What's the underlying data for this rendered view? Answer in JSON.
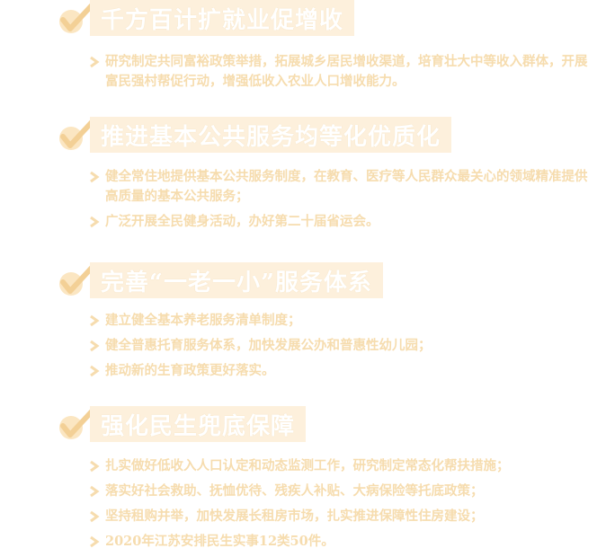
{
  "sections": [
    {
      "heading": "千方百计扩就业促增收",
      "items": [
        "研究制定共同富裕政策举措，拓展城乡居民增收渠道，培育壮大中等收入群体，开展富民强村帮促行动，增强低收入农业人口增收能力。"
      ]
    },
    {
      "heading": "推进基本公共服务均等化优质化",
      "items": [
        "健全常住地提供基本公共服务制度，在教育、医疗等人民群众最关心的领域精准提供高质量的基本公共服务；",
        "广泛开展全民健身活动，办好第二十届省运会。"
      ]
    },
    {
      "heading": "完善“一老一小”服务体系",
      "items": [
        "建立健全基本养老服务清单制度；",
        "健全普惠托育服务体系，加快发展公办和普惠性幼儿园；",
        "推动新的生育政策更好落实。"
      ]
    },
    {
      "heading": "强化民生兜底保障",
      "items": [
        "扎实做好低收入人口认定和动态监测工作，研究制定常态化帮扶措施；",
        "落实好社会救助、抚恤优待、残疾人补贴、大病保险等托底政策；",
        "坚持租购并举，加快发展长租房市场，扎实推进保障性住房建设；",
        "2020年江苏安排民生实事12类50件。"
      ]
    }
  ],
  "colors": {
    "heading_bg": "#fdf0dc",
    "accent": "#f6dcae",
    "check_light": "#fbe6c2",
    "check_dark": "#f3d096"
  },
  "icons": {
    "heading_icon": "check-icon",
    "bullet_icon": "arrow-right-icon"
  }
}
